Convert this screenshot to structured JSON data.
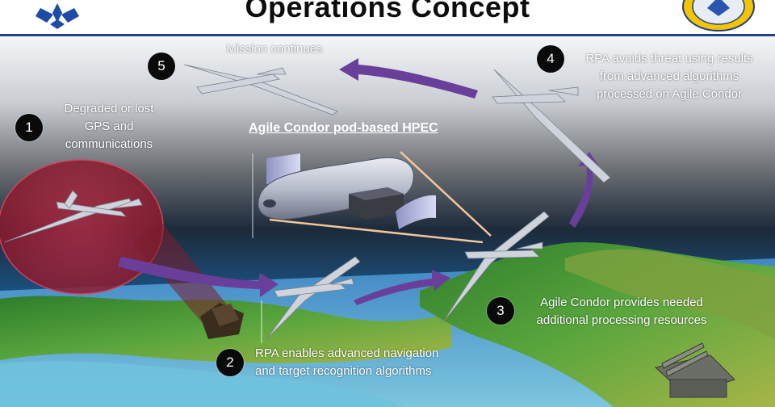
{
  "header": {
    "title": "Operations Concept"
  },
  "steps": [
    {
      "number": "1",
      "lines": [
        "Degraded or lost",
        "GPS and",
        "communications"
      ]
    },
    {
      "number": "2",
      "lines": [
        "RPA enables advanced navigation",
        "and target recognition algorithms"
      ]
    },
    {
      "number": "3",
      "lines": [
        "Agile Condor provides needed",
        "additional processing resources"
      ]
    },
    {
      "number": "4",
      "lines": [
        "RPA avoids threat using results",
        "from advanced algorithms",
        "processed on Agile Condor"
      ]
    },
    {
      "number": "5",
      "lines": [
        "Mission continues"
      ]
    }
  ],
  "pod_label": "Agile Condor pod-based HPEC",
  "colors": {
    "header_rule": "#1f3f8f",
    "arrow": "#6a3f9a",
    "threat_circle": "#b3243a",
    "pod_link": "#f2c79a"
  },
  "icons": [
    "usaf-logo",
    "afrl-logo",
    "rpa-aircraft",
    "ground-radar",
    "missile-launcher",
    "agile-condor-pod"
  ]
}
